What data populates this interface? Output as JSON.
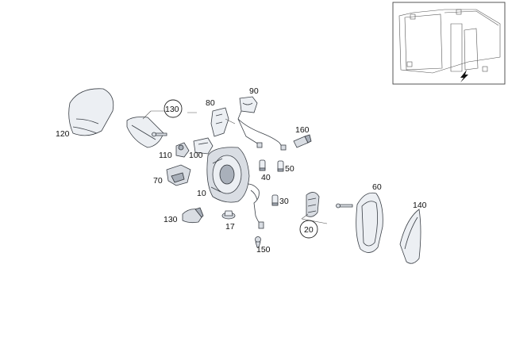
{
  "labels": {
    "p10": "10",
    "p17": "17",
    "p20": "20",
    "p30": "30",
    "p40": "40",
    "p50": "50",
    "p60": "60",
    "p70": "70",
    "p80": "80",
    "p90": "90",
    "p100": "100",
    "p110": "110",
    "p120": "120",
    "p130_top": "130",
    "p130_bottom": "130",
    "p140": "140",
    "p150": "150",
    "p160": "160"
  }
}
